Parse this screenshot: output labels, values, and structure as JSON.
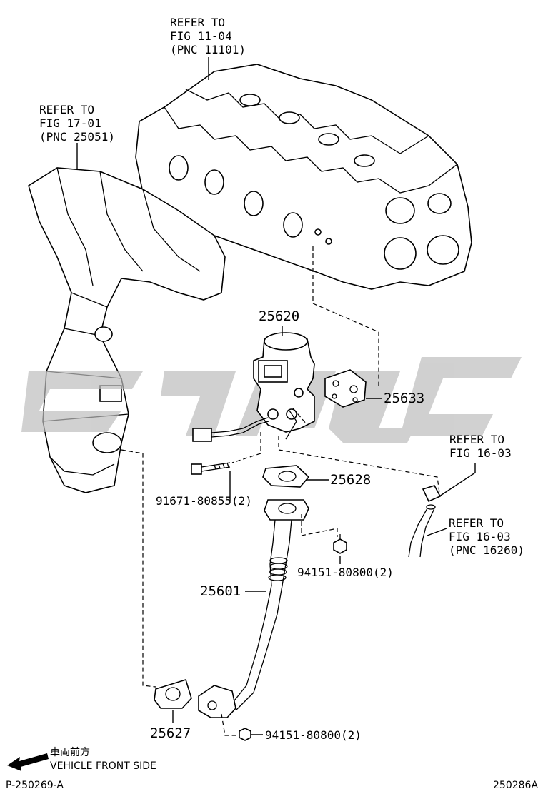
{
  "colors": {
    "line": "#000000",
    "watermark": "#bdbdbd",
    "background": "#ffffff"
  },
  "refs": {
    "cyl_head": [
      "REFER TO",
      "FIG 11-04",
      "(PNC 11101)"
    ],
    "manifold": [
      "REFER TO",
      "FIG 17-01",
      "(PNC 25051)"
    ],
    "hose_clip": [
      "REFER TO",
      "FIG 16-03"
    ],
    "hose": [
      "REFER TO",
      "FIG 16-03",
      "(PNC 16260)"
    ]
  },
  "parts": {
    "egr_valve": "25620",
    "gasket_upper": "25633",
    "gasket_mid": "25628",
    "bolt": "91671-80855(2)",
    "nut_upper": "94151-80800(2)",
    "pipe": "25601",
    "gasket_lower": "25627",
    "nut_lower": "94151-80800(2)"
  },
  "footer": {
    "front_jp": "車両前方",
    "front_en": "VEHICLE FRONT SIDE",
    "left_code": "P-250269-A",
    "right_code": "250286A"
  },
  "icons": {
    "direction": "arrow-left-icon",
    "watermark": "logo-watermark-icon"
  }
}
